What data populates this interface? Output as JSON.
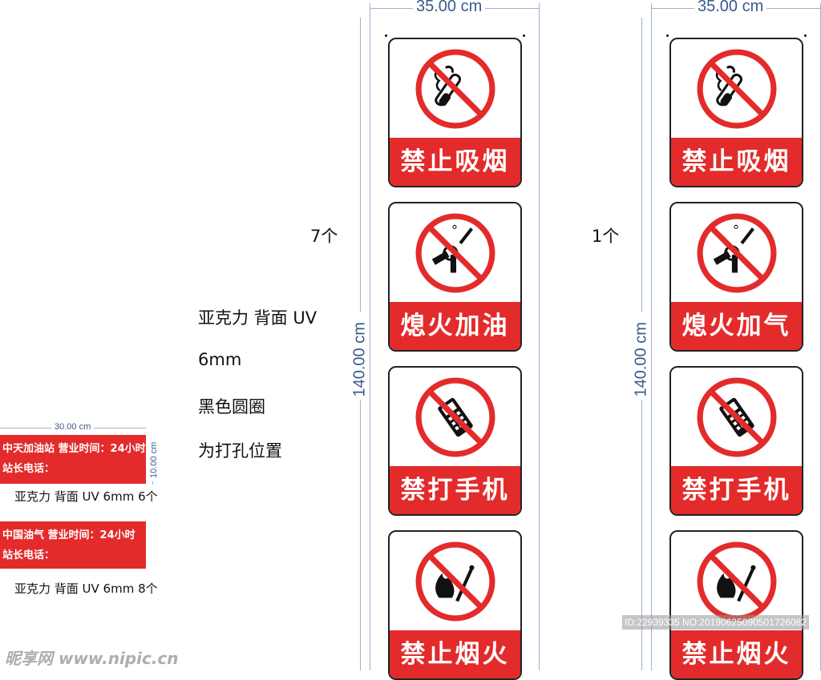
{
  "columns": [
    {
      "width_label": "35.00 cm",
      "height_label": "140.00 cm",
      "count": "7个",
      "signs": [
        "禁止吸烟",
        "熄火加油",
        "禁打手机",
        "禁止烟火"
      ]
    },
    {
      "width_label": "35.00 cm",
      "height_label": "140.00 cm",
      "count": "1个",
      "signs": [
        "禁止吸烟",
        "熄火加气",
        "禁打手机",
        "禁止烟火"
      ]
    }
  ],
  "sign_icons": [
    "no-smoking-icon",
    "no-ignition-key-icon",
    "no-mobile-phone-icon",
    "no-fire-icon"
  ],
  "notes": [
    "亚克力 背面  UV",
    "6mm",
    "黑色圆圈",
    "为打孔位置"
  ],
  "labels": [
    {
      "line1": "中天加油站  营业时间：24小时",
      "line2": "站长电话：",
      "width_label": "30.00 cm",
      "height_label": "10.00 cm",
      "note": "亚克力 背面 UV  6mm  6个"
    },
    {
      "line1": "中国油气  营业时间：24小时",
      "line2": "站长电话：",
      "note": "亚克力 背面 UV  6mm  8个"
    }
  ],
  "watermark": {
    "logo": "昵享网 www.nipic.cn",
    "id": "ID:22939335 NO:20190625090501726082"
  },
  "colors": {
    "red": "#e32b2b",
    "dimension": "#3a5a8c"
  }
}
